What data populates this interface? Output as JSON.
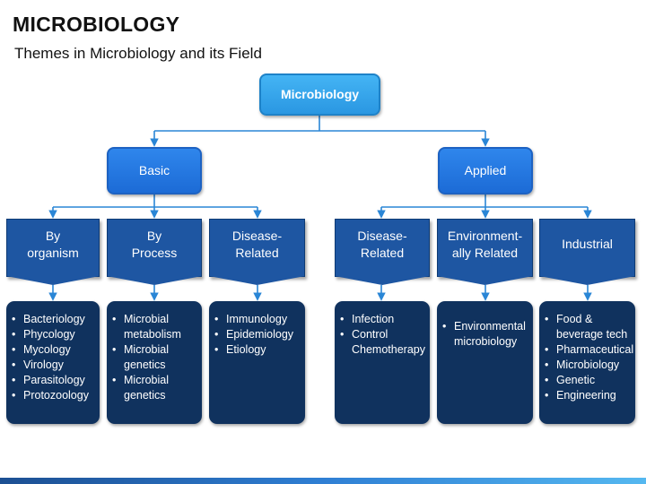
{
  "header": {
    "title": "MICROBIOLOGY",
    "subtitle": "Themes in Microbiology and its Field"
  },
  "root": {
    "label": "Microbiology"
  },
  "branches": [
    {
      "label": "Basic"
    },
    {
      "label": "Applied"
    }
  ],
  "categories": [
    {
      "label": "By organism"
    },
    {
      "label": "By Process"
    },
    {
      "label": "Disease-Related"
    },
    {
      "label": "Disease-Related"
    },
    {
      "label": "Environment-ally Related"
    },
    {
      "label": "Industrial"
    }
  ],
  "leaves": [
    {
      "items": [
        "Bacteriology",
        "Phycology",
        "Mycology",
        "Virology",
        "Parasitology",
        "Protozoology"
      ]
    },
    {
      "items": [
        "Microbial metabolism",
        "Microbial genetics",
        "Microbial genetics"
      ]
    },
    {
      "items": [
        "Immunology",
        "Epidemiology",
        "Etiology"
      ]
    },
    {
      "items": [
        "Infection",
        "Control Chemotherapy"
      ]
    },
    {
      "items": [
        "Environmental microbiology"
      ]
    },
    {
      "items": [
        "Food & beverage tech",
        "Pharmaceutical",
        "Microbiology",
        "Genetic",
        "Engineering"
      ]
    }
  ],
  "colors": {
    "root_fill": "#2a97e2",
    "branch_fill": "#1c6bd6",
    "category_fill": "#1e56a2",
    "leaf_fill": "#10325e",
    "connector": "#2a86d6"
  }
}
